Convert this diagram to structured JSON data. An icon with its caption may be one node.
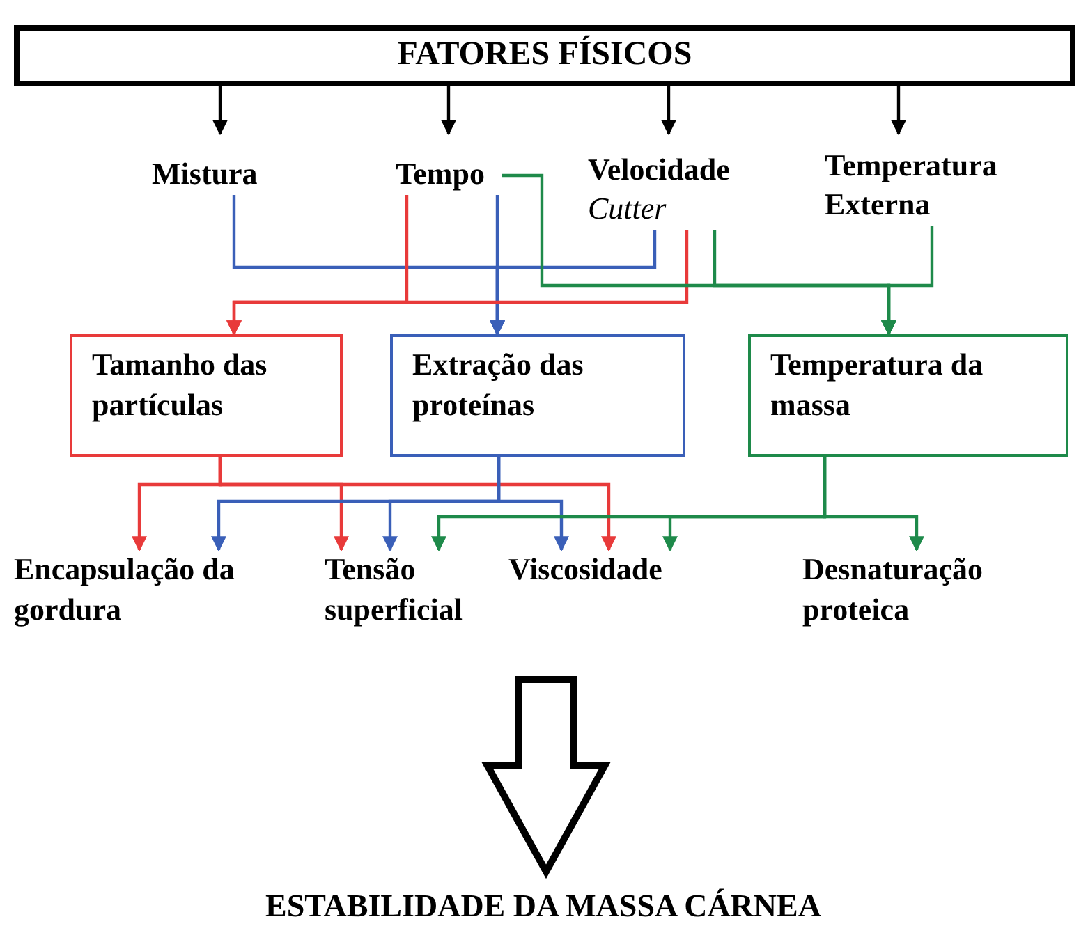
{
  "diagram": {
    "nodes": [
      {
        "text": [
          "FATORES FÍSICOS"
        ]
      },
      {
        "text": [
          "Mistura"
        ]
      },
      {
        "text": [
          "Tempo"
        ]
      },
      {
        "text": [
          "Velocidade",
          "Cutter"
        ]
      },
      {
        "text": [
          "Temperatura Externa"
        ]
      },
      {
        "text": [
          "Tamanho das partículas"
        ]
      },
      {
        "text": [
          "Extração das proteínas"
        ]
      },
      {
        "text": [
          "Temperatura da massa"
        ]
      },
      {
        "text": [
          "Encapsulação da gordura"
        ]
      },
      {
        "text": [
          "Tensão superficial"
        ]
      },
      {
        "text": [
          "Viscosidade"
        ]
      },
      {
        "text": [
          "Desnaturação proteica"
        ]
      },
      {
        "text": [
          "ESTABILIDADE DA MASSA CÁRNEA"
        ]
      }
    ],
    "edges": [
      {
        "from": 0,
        "to": 1,
        "arrow": "to",
        "color": "#000000"
      },
      {
        "from": 0,
        "to": 2,
        "arrow": "to",
        "color": "#000000"
      },
      {
        "from": 0,
        "to": 3,
        "arrow": "to",
        "color": "#000000"
      },
      {
        "from": 0,
        "to": 4,
        "arrow": "to",
        "color": "#000000"
      },
      {
        "from": 1,
        "to": 6,
        "arrow": "to",
        "color": "#3a5fb8"
      },
      {
        "from": 2,
        "to": 6,
        "arrow": "to",
        "color": "#3a5fb8"
      },
      {
        "from": 3,
        "to": 6,
        "arrow": "to",
        "color": "#3a5fb8"
      },
      {
        "from": 2,
        "to": 5,
        "arrow": "to",
        "color": "#e83a3a"
      },
      {
        "from": 3,
        "to": 5,
        "arrow": "to",
        "color": "#e83a3a"
      },
      {
        "from": 2,
        "to": 7,
        "arrow": "to",
        "color": "#1e8a4a"
      },
      {
        "from": 3,
        "to": 7,
        "arrow": "to",
        "color": "#1e8a4a"
      },
      {
        "from": 4,
        "to": 7,
        "arrow": "to",
        "color": "#1e8a4a"
      },
      {
        "from": 5,
        "to": 8,
        "arrow": "to",
        "color": "#e83a3a"
      },
      {
        "from": 5,
        "to": 9,
        "arrow": "to",
        "color": "#e83a3a"
      },
      {
        "from": 5,
        "to": 10,
        "arrow": "to",
        "color": "#e83a3a"
      },
      {
        "from": 6,
        "to": 8,
        "arrow": "to",
        "color": "#3a5fb8"
      },
      {
        "from": 6,
        "to": 9,
        "arrow": "to",
        "color": "#3a5fb8"
      },
      {
        "from": 6,
        "to": 10,
        "arrow": "to",
        "color": "#3a5fb8"
      },
      {
        "from": 7,
        "to": 9,
        "arrow": "to",
        "color": "#1e8a4a"
      },
      {
        "from": 7,
        "to": 10,
        "arrow": "to",
        "color": "#1e8a4a"
      },
      {
        "from": 7,
        "to": 11,
        "arrow": "to",
        "color": "#1e8a4a"
      },
      {
        "from": null,
        "to": 12,
        "arrow": "to",
        "style": "thick",
        "color": "#000000"
      }
    ]
  }
}
